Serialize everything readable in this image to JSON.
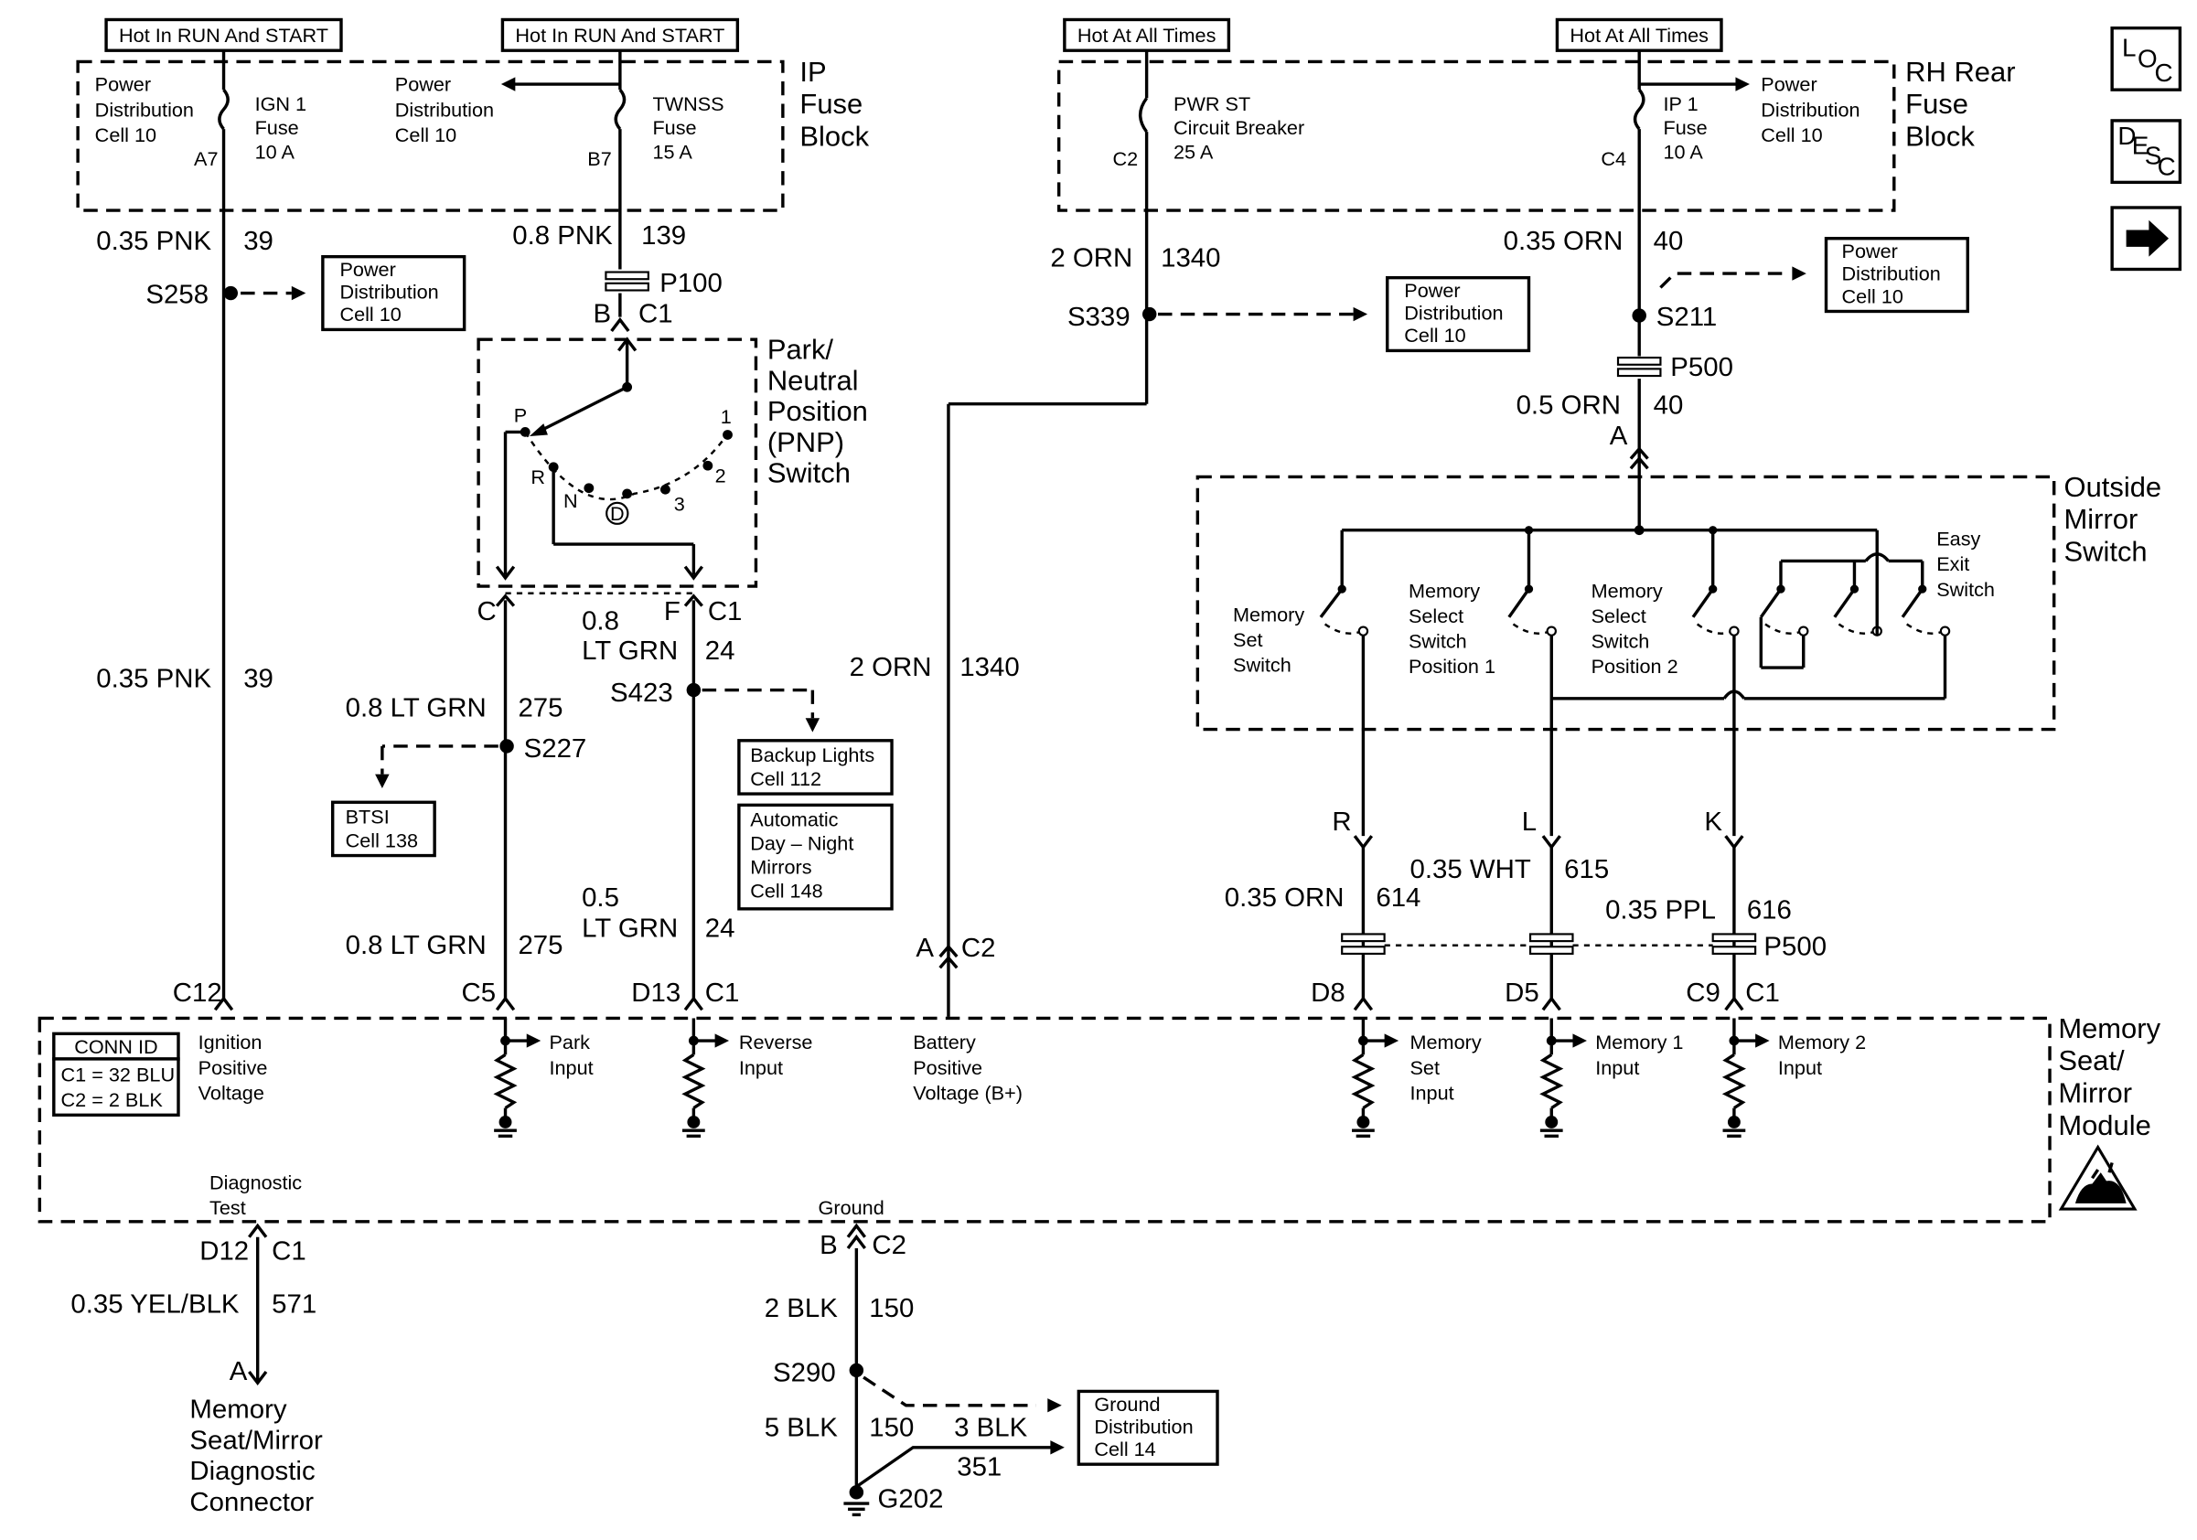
{
  "headers": {
    "h1": "Hot In RUN And START",
    "h2": "Hot In RUN And START",
    "h3": "Hot At All Times",
    "h4": "Hot At All Times"
  },
  "ip_fuse": {
    "block_title": [
      "IP",
      "Fuse",
      "Block"
    ],
    "ign1": {
      "pdc": [
        "Power",
        "Distribution",
        "Cell 10"
      ],
      "fuse": [
        "IGN 1",
        "Fuse",
        "10 A"
      ],
      "pin": "A7"
    },
    "twnss": {
      "pdc": [
        "Power",
        "Distribution",
        "Cell 10"
      ],
      "fuse": [
        "TWNSS",
        "Fuse",
        "15 A"
      ],
      "pin": "B7"
    }
  },
  "rh_fuse": {
    "block_title": [
      "RH Rear",
      "Fuse",
      "Block"
    ],
    "pwrst": {
      "fuse": [
        "PWR ST",
        "Circuit Breaker",
        "25 A"
      ],
      "pin": "C2"
    },
    "ip1": {
      "fuse": [
        "IP 1",
        "Fuse",
        "10 A"
      ],
      "pdc": [
        "Power",
        "Distribution",
        "Cell 10"
      ],
      "pin": "C4"
    }
  },
  "wires": {
    "pnk39_top": {
      "gauge": "0.35 PNK",
      "num": "39"
    },
    "pnk139": {
      "gauge": "0.8 PNK",
      "num": "139"
    },
    "orn1340_top": {
      "gauge": "2 ORN",
      "num": "1340"
    },
    "orn40_top": {
      "gauge": "0.35 ORN",
      "num": "40"
    },
    "orn40_b": {
      "gauge": "0.5 ORN",
      "num": "40"
    },
    "pnk39_mid": {
      "gauge": "0.35 PNK",
      "num": "39"
    },
    "ltgrn24_top": {
      "gauge": [
        "0.8",
        "LT GRN"
      ],
      "num": "24"
    },
    "ltgrn275_top": {
      "gauge": "0.8 LT GRN",
      "num": "275"
    },
    "orn1340_mid": {
      "gauge": "2 ORN",
      "num": "1340"
    },
    "ltgrn24_bot": {
      "gauge": [
        "0.5",
        "LT GRN"
      ],
      "num": "24"
    },
    "ltgrn275_bot": {
      "gauge": "0.8 LT GRN",
      "num": "275"
    },
    "wht615": {
      "gauge": "0.35 WHT",
      "num": "615"
    },
    "orn614": {
      "gauge": "0.35 ORN",
      "num": "614"
    },
    "ppl616": {
      "gauge": "0.35 PPL",
      "num": "616"
    },
    "yelblk571": {
      "gauge": "0.35 YEL/BLK",
      "num": "571"
    },
    "blk150_a": {
      "gauge": "2 BLK",
      "num": "150"
    },
    "blk150_b": {
      "gauge": "5 BLK",
      "num": "150"
    },
    "blk351": {
      "gauge": "3 BLK",
      "num": "351"
    }
  },
  "splices": {
    "s258": "S258",
    "s339": "S339",
    "s211": "S211",
    "s423": "S423",
    "s227": "S227",
    "s290": "S290",
    "g202": "G202"
  },
  "connectors": {
    "p100": "P100",
    "b": "B",
    "c1_a": "C1",
    "p500_top": "P500",
    "a_top": "A",
    "pnp_c": "C",
    "pnp_f": "F",
    "pnp_c1": "C1",
    "r": "R",
    "l": "L",
    "k": "K",
    "a_c2": "A",
    "c2_a": "C2",
    "p500_bot": "P500",
    "c12": "C12",
    "c5": "C5",
    "d13": "D13",
    "c1_d13": "C1",
    "d8": "D8",
    "d5": "D5",
    "c9": "C9",
    "c1_c9": "C1",
    "d12": "D12",
    "c1_d12": "C1",
    "b_gnd": "B",
    "c2_gnd": "C2",
    "a_diag": "A"
  },
  "refs": {
    "pdc_s258": [
      "Power",
      "Distribution",
      "Cell 10"
    ],
    "pdc_s339": [
      "Power",
      "Distribution",
      "Cell 10"
    ],
    "pdc_s211": [
      "Power",
      "Distribution",
      "Cell 10"
    ],
    "backup": [
      "Backup Lights",
      "Cell 112"
    ],
    "auto_mirror": [
      "Automatic",
      "Day – Night",
      "Mirrors",
      "Cell 148"
    ],
    "btsi": [
      "BTSI",
      "Cell 138"
    ],
    "gnd_dist": [
      "Ground",
      "Distribution",
      "Cell 14"
    ]
  },
  "pnp": {
    "title": [
      "Park/",
      "Neutral",
      "Position",
      "(PNP)",
      "Switch"
    ],
    "positions": {
      "p": "P",
      "r": "R",
      "n": "N",
      "d": "D",
      "three": "3",
      "two": "2",
      "one": "1"
    }
  },
  "mirror": {
    "title": [
      "Outside",
      "Mirror",
      "Switch"
    ],
    "memset": [
      "Memory",
      "Set",
      "Switch"
    ],
    "pos1": [
      "Memory",
      "Select",
      "Switch",
      "Position 1"
    ],
    "pos2": [
      "Memory",
      "Select",
      "Switch",
      "Position 2"
    ],
    "easy": [
      "Easy",
      "Exit",
      "Switch"
    ]
  },
  "module": {
    "title": [
      "Memory",
      "Seat/",
      "Mirror",
      "Module"
    ],
    "conn_id": {
      "title": "CONN ID",
      "c1": "C1 = 32 BLU",
      "c2": "C2 = 2 BLK"
    },
    "ign": [
      "Ignition",
      "Positive",
      "Voltage"
    ],
    "park": [
      "Park",
      "Input"
    ],
    "reverse": [
      "Reverse",
      "Input"
    ],
    "battery": [
      "Battery",
      "Positive",
      "Voltage (B+)"
    ],
    "memset": [
      "Memory",
      "Set",
      "Input"
    ],
    "mem1": [
      "Memory 1",
      "Input"
    ],
    "mem2": [
      "Memory 2",
      "Input"
    ],
    "diag": [
      "Diagnostic",
      "Test"
    ],
    "ground": "Ground"
  },
  "diag_conn": [
    "Memory",
    "Seat/Mirror",
    "Diagnostic",
    "Connector"
  ],
  "nav": {
    "loc": {
      "a": "L",
      "b": "O",
      "c": "C"
    },
    "desc": {
      "a": "D",
      "b": "E",
      "c": "S",
      "d": "C"
    }
  }
}
